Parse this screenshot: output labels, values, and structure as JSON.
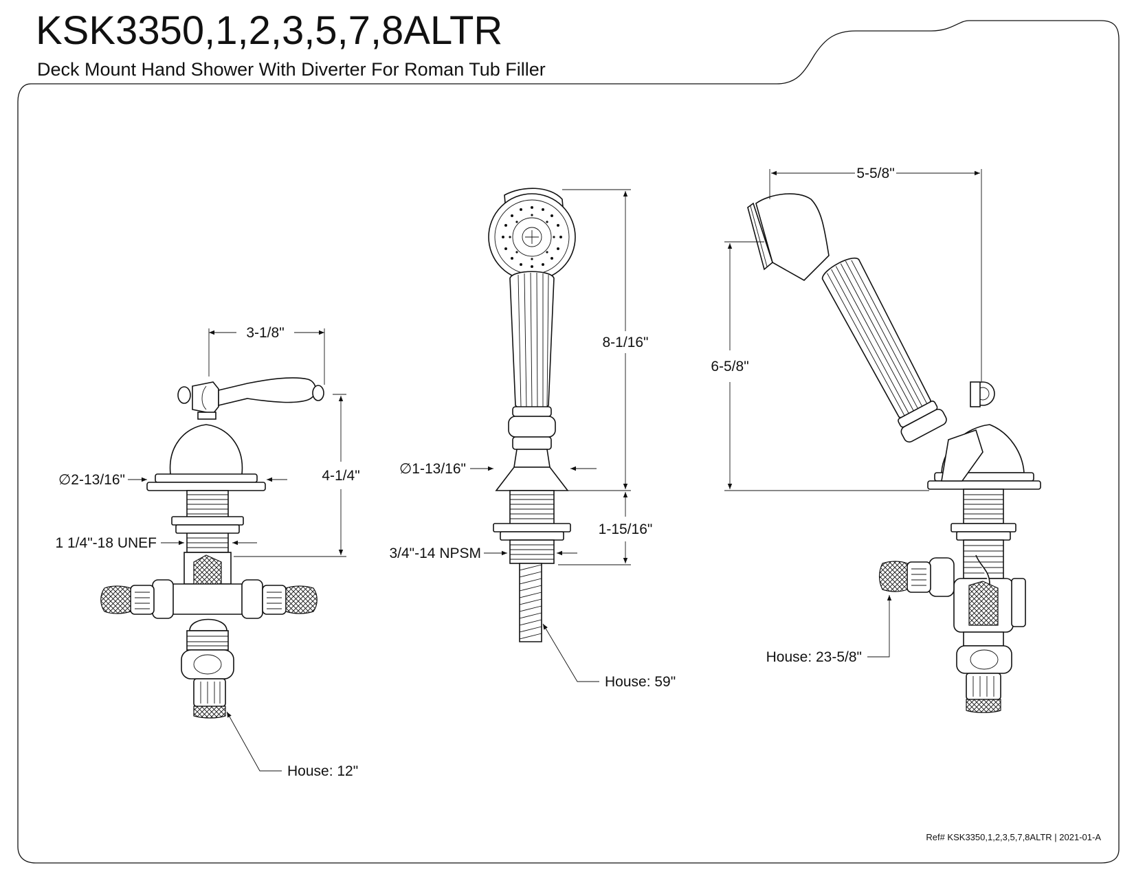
{
  "header": {
    "model": "KSK3350,1,2,3,5,7,8ALTR",
    "description": "Deck Mount Hand Shower With Diverter For Roman Tub Filler"
  },
  "views": {
    "diverter": {
      "width": "3-1/8\"",
      "height": "4-1/4\"",
      "diameter": "∅2-13/16\"",
      "thread": "1 1/4\"-18 UNEF",
      "hose": "House: 12\""
    },
    "handshower_front": {
      "height": "8-1/16\"",
      "diameter": "∅1-13/16\"",
      "shank": "1-15/16\"",
      "thread": "3/4\"-14 NPSM",
      "hose": "House: 59\""
    },
    "handshower_side": {
      "width": "5-5/8\"",
      "height": "6-5/8\"",
      "hose": "House: 23-5/8\""
    }
  },
  "footer": {
    "reference": "Ref# KSK3350,1,2,3,5,7,8ALTR | 2021-01-A"
  }
}
